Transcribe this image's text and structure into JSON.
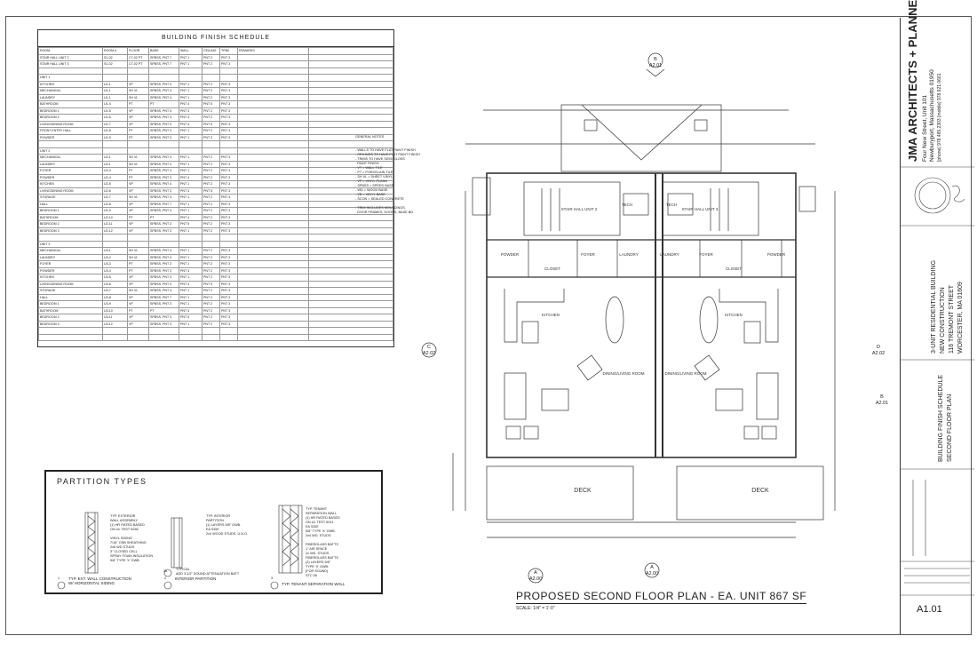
{
  "schedule": {
    "title": "BUILDING FINISH SCHEDULE",
    "headers": [
      "ROOM",
      "ROOM #",
      "FLOOR",
      "BASE",
      "WALL",
      "CEILING",
      "TRIM",
      "REMARKS"
    ],
    "rows": [
      [
        "STAIR HALL UNIT 2",
        "S1-02",
        "C7-02 PT",
        "SPBSS, PNT 7",
        "PNT 1",
        "PNT 2",
        "PNT 3",
        ""
      ],
      [
        "STAIR HALL UNIT 3",
        "S1-02",
        "C7-02 PT",
        "SPBSS, PNT 7",
        "PNT 1",
        "PNT 2",
        "PNT 3",
        ""
      ],
      [
        "",
        "",
        "",
        "",
        "",
        "",
        "",
        ""
      ],
      [
        "UNIT 1",
        "",
        "",
        "",
        "",
        "",
        "",
        ""
      ],
      [
        "KITCHEN",
        "U1-1",
        "VP",
        "SPBSS, PNT 4",
        "PNT 1",
        "PNT 2",
        "PNT 3",
        ""
      ],
      [
        "MECHANICAL",
        "U1-1",
        "SH VL",
        "SPBSS, PNT 4",
        "PNT 1",
        "PNT 2",
        "PNT 3",
        ""
      ],
      [
        "LAUNDRY",
        "U1-1",
        "SH VL",
        "SPBSS, PNT 4",
        "PNT 1",
        "PNT 2",
        "PNT 3",
        ""
      ],
      [
        "BATHROOM",
        "U1-4",
        "PT",
        "PT",
        "PNT 4",
        "PNT 5",
        "PNT 3",
        ""
      ],
      [
        "BEDROOM 1",
        "U1-5",
        "VP",
        "SPBSS, PNT 3",
        "PNT 3",
        "PNT 2",
        "PNT 3",
        ""
      ],
      [
        "BEDROOM 2",
        "U1-6",
        "VP",
        "SPBSS, PNT 3",
        "PNT 3",
        "PNT 2",
        "PNT 3",
        ""
      ],
      [
        "LIVING/DINING ROOM",
        "U1-7",
        "VP",
        "SPBSS, PNT 3",
        "PNT 4",
        "PNT 5",
        "PNT 3",
        ""
      ],
      [
        "FRONT ENTRY HALL",
        "U1-8",
        "PT",
        "SPBSS, PNT 3",
        "PNT 1",
        "PNT 2",
        "PNT 3",
        ""
      ],
      [
        "POWDER",
        "U1-9",
        "PT",
        "SPBSS, PNT 3",
        "PNT 1",
        "PNT 2",
        "PNT 3",
        ""
      ],
      [
        "",
        "",
        "",
        "",
        "",
        "",
        "",
        ""
      ],
      [
        "UNIT 2",
        "",
        "",
        "",
        "",
        "",
        "",
        ""
      ],
      [
        "MECHANICAL",
        "U2-1",
        "SH VL",
        "SPBSS, PNT 4",
        "PNT 1",
        "PNT 2",
        "PNT 3",
        ""
      ],
      [
        "LAUNDRY",
        "U2-1",
        "SH VL",
        "SPBSS, PNT 4",
        "PNT 1",
        "PNT 2",
        "PNT 3",
        ""
      ],
      [
        "FOYER",
        "U2-3",
        "PT",
        "SPBSS, PNT 3",
        "PNT 1",
        "PNT 2",
        "PNT 3",
        ""
      ],
      [
        "POWDER",
        "U2-4",
        "PT",
        "SPBSS, PNT 3",
        "PNT 4",
        "PNT 2",
        "PNT 3",
        ""
      ],
      [
        "KITCHEN",
        "U2-5",
        "VP",
        "SPBSS, PNT 4",
        "PNT 1",
        "PNT 2",
        "PNT 3",
        ""
      ],
      [
        "LIVING/DINING ROOM",
        "U2-6",
        "VP",
        "SPBSS, PNT 3",
        "PNT 4",
        "PNT 5",
        "PNT 3",
        ""
      ],
      [
        "STORAGE",
        "U2-7",
        "SH VL",
        "SPBSS, PNT 4",
        "PNT 1",
        "PNT 2",
        "PNT 3",
        ""
      ],
      [
        "HALL",
        "U2-8",
        "VP",
        "SPBSS, PNT 7",
        "PNT 1",
        "PNT 2",
        "PNT 3",
        ""
      ],
      [
        "BEDROOM 1",
        "U2-9",
        "VP",
        "SPBSS, PNT 3",
        "PNT 1",
        "PNT 2",
        "PNT 3",
        ""
      ],
      [
        "BATHROOM",
        "U2-10",
        "PT",
        "PT",
        "PNT 4",
        "PNT 2",
        "PNT 3",
        ""
      ],
      [
        "BEDROOM 2",
        "U2-11",
        "VP",
        "SPBSS, PNT 3",
        "PNT 5",
        "PNT 2",
        "PNT 3",
        ""
      ],
      [
        "BEDROOM 3",
        "U2-12",
        "VP",
        "SPBSS, PNT 3",
        "PNT 1",
        "PNT 2",
        "PNT 3",
        ""
      ],
      [
        "",
        "",
        "",
        "",
        "",
        "",
        "",
        ""
      ],
      [
        "UNIT 3",
        "",
        "",
        "",
        "",
        "",
        "",
        ""
      ],
      [
        "MECHANICAL",
        "U3-1",
        "SH VL",
        "SPBSS, PNT 4",
        "PNT 1",
        "PNT 2",
        "PNT 3",
        ""
      ],
      [
        "LAUNDRY",
        "U3-2",
        "SH VL",
        "SPBSS, PNT 4",
        "PNT 1",
        "PNT 2",
        "PNT 3",
        ""
      ],
      [
        "FOYER",
        "U3-3",
        "PT",
        "SPBSS, PNT 3",
        "PNT 1",
        "PNT 2",
        "PNT 3",
        ""
      ],
      [
        "POWDER",
        "U3-4",
        "PT",
        "SPBSS, PNT 3",
        "PNT 4",
        "PNT 2",
        "PNT 3",
        ""
      ],
      [
        "KITCHEN",
        "U3-5",
        "VP",
        "SPBSS, PNT 4",
        "PNT 1",
        "PNT 2",
        "PNT 3",
        ""
      ],
      [
        "LIVING/DINING ROOM",
        "U3-6",
        "VP",
        "SPBSS, PNT 3",
        "PNT 4",
        "PNT 5",
        "PNT 3",
        ""
      ],
      [
        "STORAGE",
        "U3-7",
        "SH VL",
        "SPBSS, PNT 4",
        "PNT 1",
        "PNT 2",
        "PNT 3",
        ""
      ],
      [
        "HALL",
        "U3-8",
        "VP",
        "SPBSS, PNT 7",
        "PNT 1",
        "PNT 2",
        "PNT 3",
        ""
      ],
      [
        "BEDROOM 1",
        "U3-9",
        "VP",
        "SPBSS, PNT 3",
        "PNT 1",
        "PNT 2",
        "PNT 3",
        ""
      ],
      [
        "BATHROOM",
        "U3-10",
        "PT",
        "PT",
        "PNT 4",
        "PNT 2",
        "PNT 3",
        ""
      ],
      [
        "BEDROOM 2",
        "U3-11",
        "VP",
        "SPBSS, PNT 3",
        "PNT 5",
        "PNT 2",
        "PNT 3",
        ""
      ],
      [
        "BEDROOM 3",
        "U3-12",
        "VP",
        "SPBSS, PNT 3",
        "PNT 1",
        "PNT 2",
        "PNT 3",
        ""
      ],
      [
        "",
        "",
        "",
        "",
        "",
        "",
        "",
        ""
      ],
      [
        "",
        "",
        "",
        "",
        "",
        "",
        "",
        ""
      ]
    ]
  },
  "general_notes": {
    "title": "GENERAL NOTES",
    "lines": [
      "- WALLS TO HAVE FLAT PAINT FINISH",
      "- CEILINGS TO HAVE FLAT PAINT FINISH",
      "- TRIMS TO HAVE SEMI GLOSS",
      "  PAINT FINISH",
      "- VT = WALL TILE",
      "- PT = PORCELAIN TILE",
      "- SH VL = SHEET VINYL",
      "- VP = VINYL PLANK",
      "- SPBSS = SPEED BASE",
      "- WD = WOOD BASE",
      "- VB = VINYL BASE",
      "- SCON = SEALED CONCRETE",
      "",
      "- TRIM INCLUDES MOULDINGS,",
      "  DOOR FRAMES, DOORS, BASE BD."
    ]
  },
  "partition_types": {
    "title": "PARTITION TYPES",
    "items": [
      {
        "tag": "1",
        "desc": "TYP. EXTERIOR\nWALL ASSEMBLY\n(1) HR RATED BASED\nON UL TEST 5256\n\nVINYL SIDING\n7/16\" OSB SHEATHING\n2x6 WD STUDS\n3\" CLOSED CELL\nSPRAY FOAM INSULATION\n5/8\" TYPE 'X' GWB",
        "caption": "TYP. EXT. WALL CONSTRUCTION\nW/ HORIZONTAL SIDING"
      },
      {
        "tag": "2",
        "desc": "TYP. INTERIOR\nPARTITION\n(1) LAYERS 5/8\" GWB.\nEA SIDE\n2x4 WOOD STUDS, U.N.O.",
        "caption": "INTERIOR PARTITION"
      },
      {
        "tag": "3",
        "desc": "TYP. TENANT\nSEPARATION WALL\n(1) HR RATED BASED\nON UL TEST 5241\nEA SIDE\n5/8\" TYPE 'X' GWB.\n2x4 WD. STUDS\n\nFIBERGLASS BATTS\n1\" AIR SPACE\n2x WD. STUDS\nFIBERGLASS BATTS\n(2) LAYERS 5/8\"\nTYPE 'X' GWB.\n(FOR SOUND)\nSTC 55",
        "caption": "TYP. TENANT SEPARATION WALL"
      }
    ],
    "footnote_tag": "2A",
    "footnote": "TYPICAL\nADD 3 1/2\" SOUND ATTENUATION BATT"
  },
  "plan": {
    "title": "PROPOSED SECOND FLOOR PLAN - EA. UNIT 867 SF",
    "scale": "SCALE: 1/4\" = 1'-0\"",
    "rooms": [
      "STAIR HALL UNIT 2",
      "STAIR HALL UNIT 3",
      "TECH",
      "TECH",
      "POWDER",
      "POWDER",
      "FOYER",
      "FOYER",
      "LAUNDRY",
      "LAUNDRY",
      "CLOSET",
      "CLOSET",
      "KITCHEN",
      "KITCHEN",
      "DINING/LIVING ROOM",
      "DINING/LIVING ROOM",
      "DECK",
      "DECK"
    ],
    "sections": [
      {
        "letter": "B",
        "sheet": "A2.01"
      },
      {
        "letter": "C",
        "sheet": "A2.02"
      },
      {
        "letter": "D",
        "sheet": "A2.02"
      },
      {
        "letter": "B",
        "sheet": "A2.01"
      },
      {
        "letter": "A",
        "sheet": "A2.00"
      },
      {
        "letter": "A",
        "sheet": "A2.00"
      }
    ]
  },
  "title_block": {
    "firm": "JMA ARCHITECTS + PLANNERS",
    "address1": "Four New Street, Unit 101",
    "address2": "Newburyport, Massachusetts 01950",
    "phone": "[phone] 978.465.2303 [mobile] 978.621.0661",
    "project1": "3-UNIT RESIDENTIAL BUILDING",
    "project2": "NEW CONSTRUCTION",
    "project3": "116 TREMONT STREET",
    "project4": "WORCESTER, MA 01609",
    "sheet_title1": "BUILDING FINISH SCHEDULE",
    "sheet_title2": "SECOND FLOOR PLAN",
    "sheet_no": "A1.01"
  }
}
